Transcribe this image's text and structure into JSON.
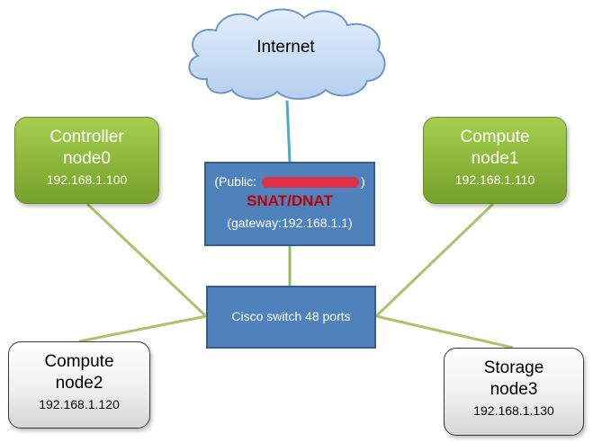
{
  "cloud": {
    "label": "Internet",
    "icon": "cloud-icon",
    "fill": "#c6dcf5",
    "stroke": "#6d97c8"
  },
  "router": {
    "public_prefix": "(Public: ",
    "public_suffix": ")",
    "nat_label": "SNAT/DNAT",
    "gateway": "(gateway:192.168.1.1)",
    "fill": "#4f81bd",
    "nat_color": "#c00000",
    "redaction_color": "#e0304a"
  },
  "switch": {
    "label": "Cisco switch 48 ports",
    "fill": "#4f81bd"
  },
  "nodes": {
    "controller": {
      "title": "Controller",
      "name": "node0",
      "ip": "192.168.1.100"
    },
    "compute1": {
      "title": "Compute",
      "name": "node1",
      "ip": "192.168.1.110"
    },
    "compute2": {
      "title": "Compute",
      "name": "node2",
      "ip": "192.168.1.120"
    },
    "storage": {
      "title": "Storage",
      "name": "node3",
      "ip": "192.168.1.130"
    }
  },
  "colors": {
    "node_green": "#8fba3c",
    "node_gray": "#e8e8e8",
    "link_green": "#a9c46b",
    "link_teal": "#4bacc6",
    "link_olive": "#9bbb59"
  }
}
